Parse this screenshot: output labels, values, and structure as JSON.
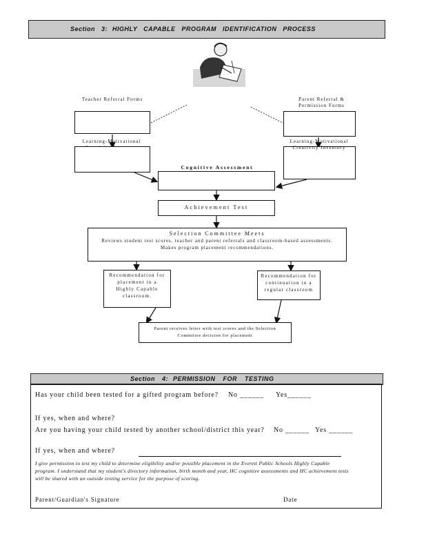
{
  "section3": {
    "label": "Section",
    "number": "3:",
    "title": "HIGHLY CAPABLE PROGRAM IDENTIFICATION PROCESS"
  },
  "flow": {
    "teacher_referral": "Teacher Referral Forms",
    "parent_referral": "Parent Referral & Permission Forms",
    "learning_left": "Learning-Motivational Creativity Inventory",
    "learning_right": "Learning-Motivational Creativity Inventory",
    "cognitive": "Cognitive Assessment",
    "achievement": "Achievement Test",
    "selection_title": "Selection Committee Meets",
    "selection_line1": "Reviews student test scores, teacher and parent referrals and classroom-based assessments.",
    "selection_line2": "Makes program placement recommendations.",
    "rec_left": "Recommendation for placement in a Highly Capable classroom.",
    "rec_right": "Recommendation for continuation in a regular classroom",
    "parent_letter_1": "Parent receives letter with test scores and the Selection",
    "parent_letter_2": "Committee decision for placement"
  },
  "section4": {
    "label": "Section",
    "number": "4:",
    "title": "PERMISSION FOR TESTING"
  },
  "form": {
    "q1": "Has your child been tested for a gifted program before?",
    "q1_no": "No ______",
    "q1_yes": "Yes______",
    "q2": "If yes, when and where?",
    "q3": "Are you having your child tested by another school/district this year?",
    "q3_no": "No ______",
    "q3_yes": "Yes ______",
    "q4": "If yes, when and where?",
    "consent": "I give permission to test my child to determine eligibility and/or possible placement in the Everett Public Schools Highly Capable program. I understand that my student's directory information, birth month and year, HC cognitive assessments and HC achievement tests will be shared with an outside testing service for the purpose of scoring.",
    "signature": "Parent/Guardian's Signature",
    "date": "Date"
  }
}
